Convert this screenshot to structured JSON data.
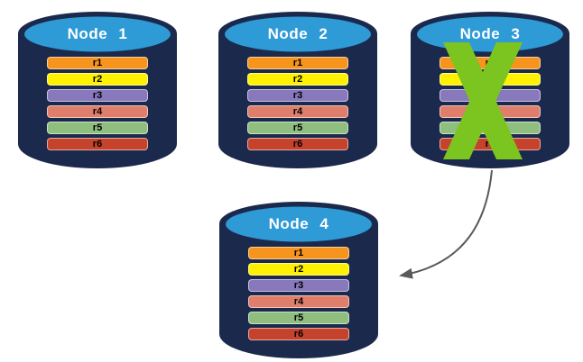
{
  "nodes": [
    {
      "title": "Node 1",
      "rows": [
        {
          "label": "r1",
          "color": "#F7941D"
        },
        {
          "label": "r2",
          "color": "#FFF100"
        },
        {
          "label": "r3",
          "color": "#8878BC"
        },
        {
          "label": "r4",
          "color": "#DE7E6B"
        },
        {
          "label": "r5",
          "color": "#8FBE7F"
        },
        {
          "label": "r6",
          "color": "#C5432C"
        }
      ]
    },
    {
      "title": "Node 2",
      "rows": [
        {
          "label": "r1",
          "color": "#F7941D"
        },
        {
          "label": "r2",
          "color": "#FFF100"
        },
        {
          "label": "r3",
          "color": "#8878BC"
        },
        {
          "label": "r4",
          "color": "#DE7E6B"
        },
        {
          "label": "r5",
          "color": "#8FBE7F"
        },
        {
          "label": "r6",
          "color": "#C5432C"
        }
      ]
    },
    {
      "title": "Node 3",
      "failed": true,
      "rows": [
        {
          "label": "r1",
          "color": "#F7941D"
        },
        {
          "label": "r2",
          "color": "#FFF100"
        },
        {
          "label": "r3",
          "color": "#8878BC"
        },
        {
          "label": "r4",
          "color": "#DE7E6B"
        },
        {
          "label": "r5",
          "color": "#8FBE7F"
        },
        {
          "label": "r6",
          "color": "#C5432C"
        }
      ]
    },
    {
      "title": "Node 4",
      "rows": [
        {
          "label": "r1",
          "color": "#F7941D"
        },
        {
          "label": "r2",
          "color": "#FFF100"
        },
        {
          "label": "r3",
          "color": "#8878BC"
        },
        {
          "label": "r4",
          "color": "#DE7E6B"
        },
        {
          "label": "r5",
          "color": "#8FBE7F"
        },
        {
          "label": "r6",
          "color": "#C5432C"
        }
      ]
    }
  ],
  "colors": {
    "cylinder_body": "#1B2A4C",
    "cylinder_top": "#2E9AD6",
    "failure_x": "#7CC41F",
    "arrow": "#5A5A5A"
  }
}
